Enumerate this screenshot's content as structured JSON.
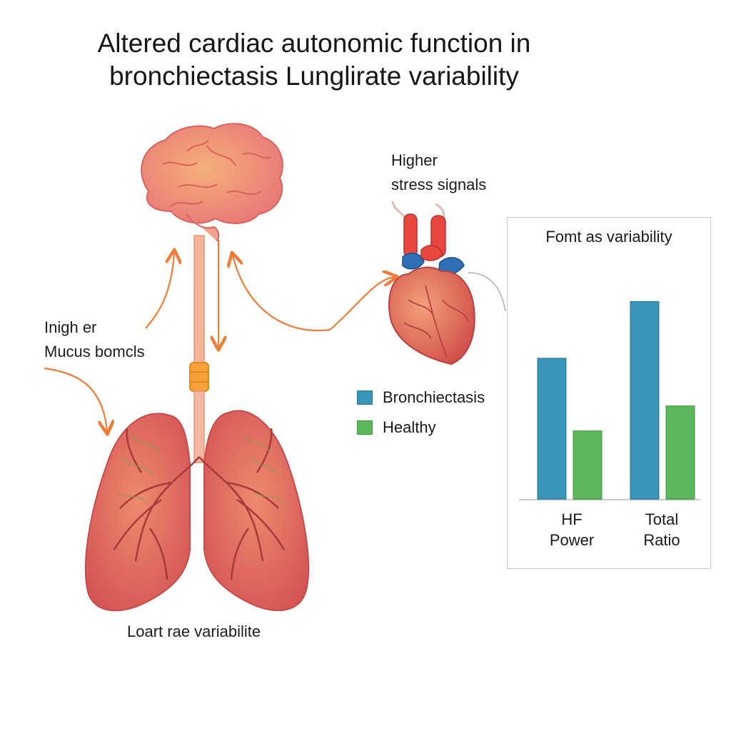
{
  "title": {
    "line1": "Altered cardiac autonomic function in",
    "line2": "bronchiectasis Lunglirate variability"
  },
  "labels": {
    "brain_left_1": "Inigh er",
    "brain_left_2": "Mucus bomcls",
    "heart_top_1": "Higher",
    "heart_top_2": "stress signals",
    "lungs_bottom": "Loart rae variabilite"
  },
  "legend": [
    {
      "label": "Bronchiectasis",
      "color": "#3b95b8"
    },
    {
      "label": "Healthy",
      "color": "#5cb85c"
    }
  ],
  "chart_data": {
    "type": "bar",
    "title": "Fomt as variability",
    "categories": [
      {
        "line1": "HF",
        "line2": "Power"
      },
      {
        "line1": "Total",
        "line2": "Ratio"
      }
    ],
    "series": [
      {
        "name": "Bronchiectasis",
        "color": "#3b95b8",
        "values": [
          0.62,
          0.87
        ]
      },
      {
        "name": "Healthy",
        "color": "#5cb85c",
        "values": [
          0.3,
          0.41
        ]
      }
    ],
    "ylim": [
      0,
      1
    ],
    "grid": false
  },
  "icons": [
    "brain-icon",
    "lungs-icon",
    "heart-icon"
  ]
}
